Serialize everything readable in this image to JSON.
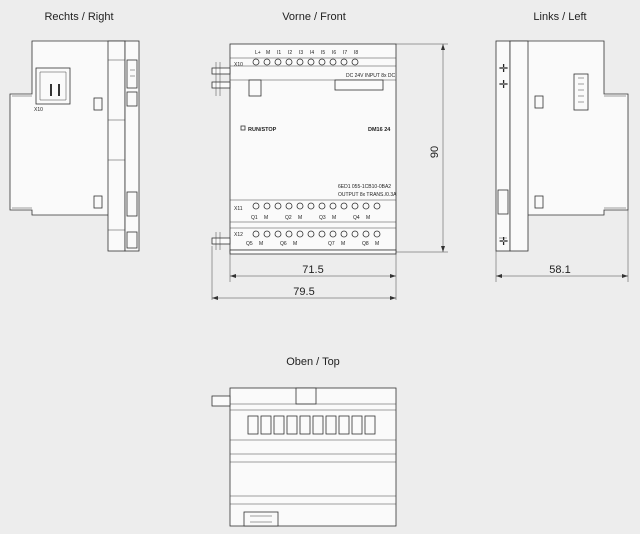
{
  "views": {
    "right": "Rechts / Right",
    "front": "Vorne / Front",
    "left": "Links / Left",
    "top": "Oben / Top"
  },
  "front_labels": {
    "x10": "X10",
    "x11": "X11",
    "x12": "X12",
    "top_terminals": [
      "L+",
      "M",
      "I1",
      "I2",
      "I3",
      "I4",
      "I5",
      "I6",
      "I7",
      "I8"
    ],
    "input_text": "DC 24V  INPUT 8x DC",
    "run_stop": "RUN/STOP",
    "model": "DM16 24",
    "part_number": "6ED1 055-1CB10-0BA2",
    "output_text": "OUTPUT 8x TRANS./0.3A",
    "row1_terminals": [
      "Q1",
      "M",
      "Q2",
      "M",
      "Q3",
      "M",
      "Q4",
      "M"
    ],
    "row2_terminals": [
      "Q5",
      "M",
      "Q6",
      "M",
      "Q7",
      "M",
      "Q8",
      "M"
    ]
  },
  "dimensions": {
    "height": "90",
    "width_body": "71.5",
    "width_total": "79.5",
    "depth": "58.1"
  },
  "side_marks": {
    "right_small": "X10"
  }
}
